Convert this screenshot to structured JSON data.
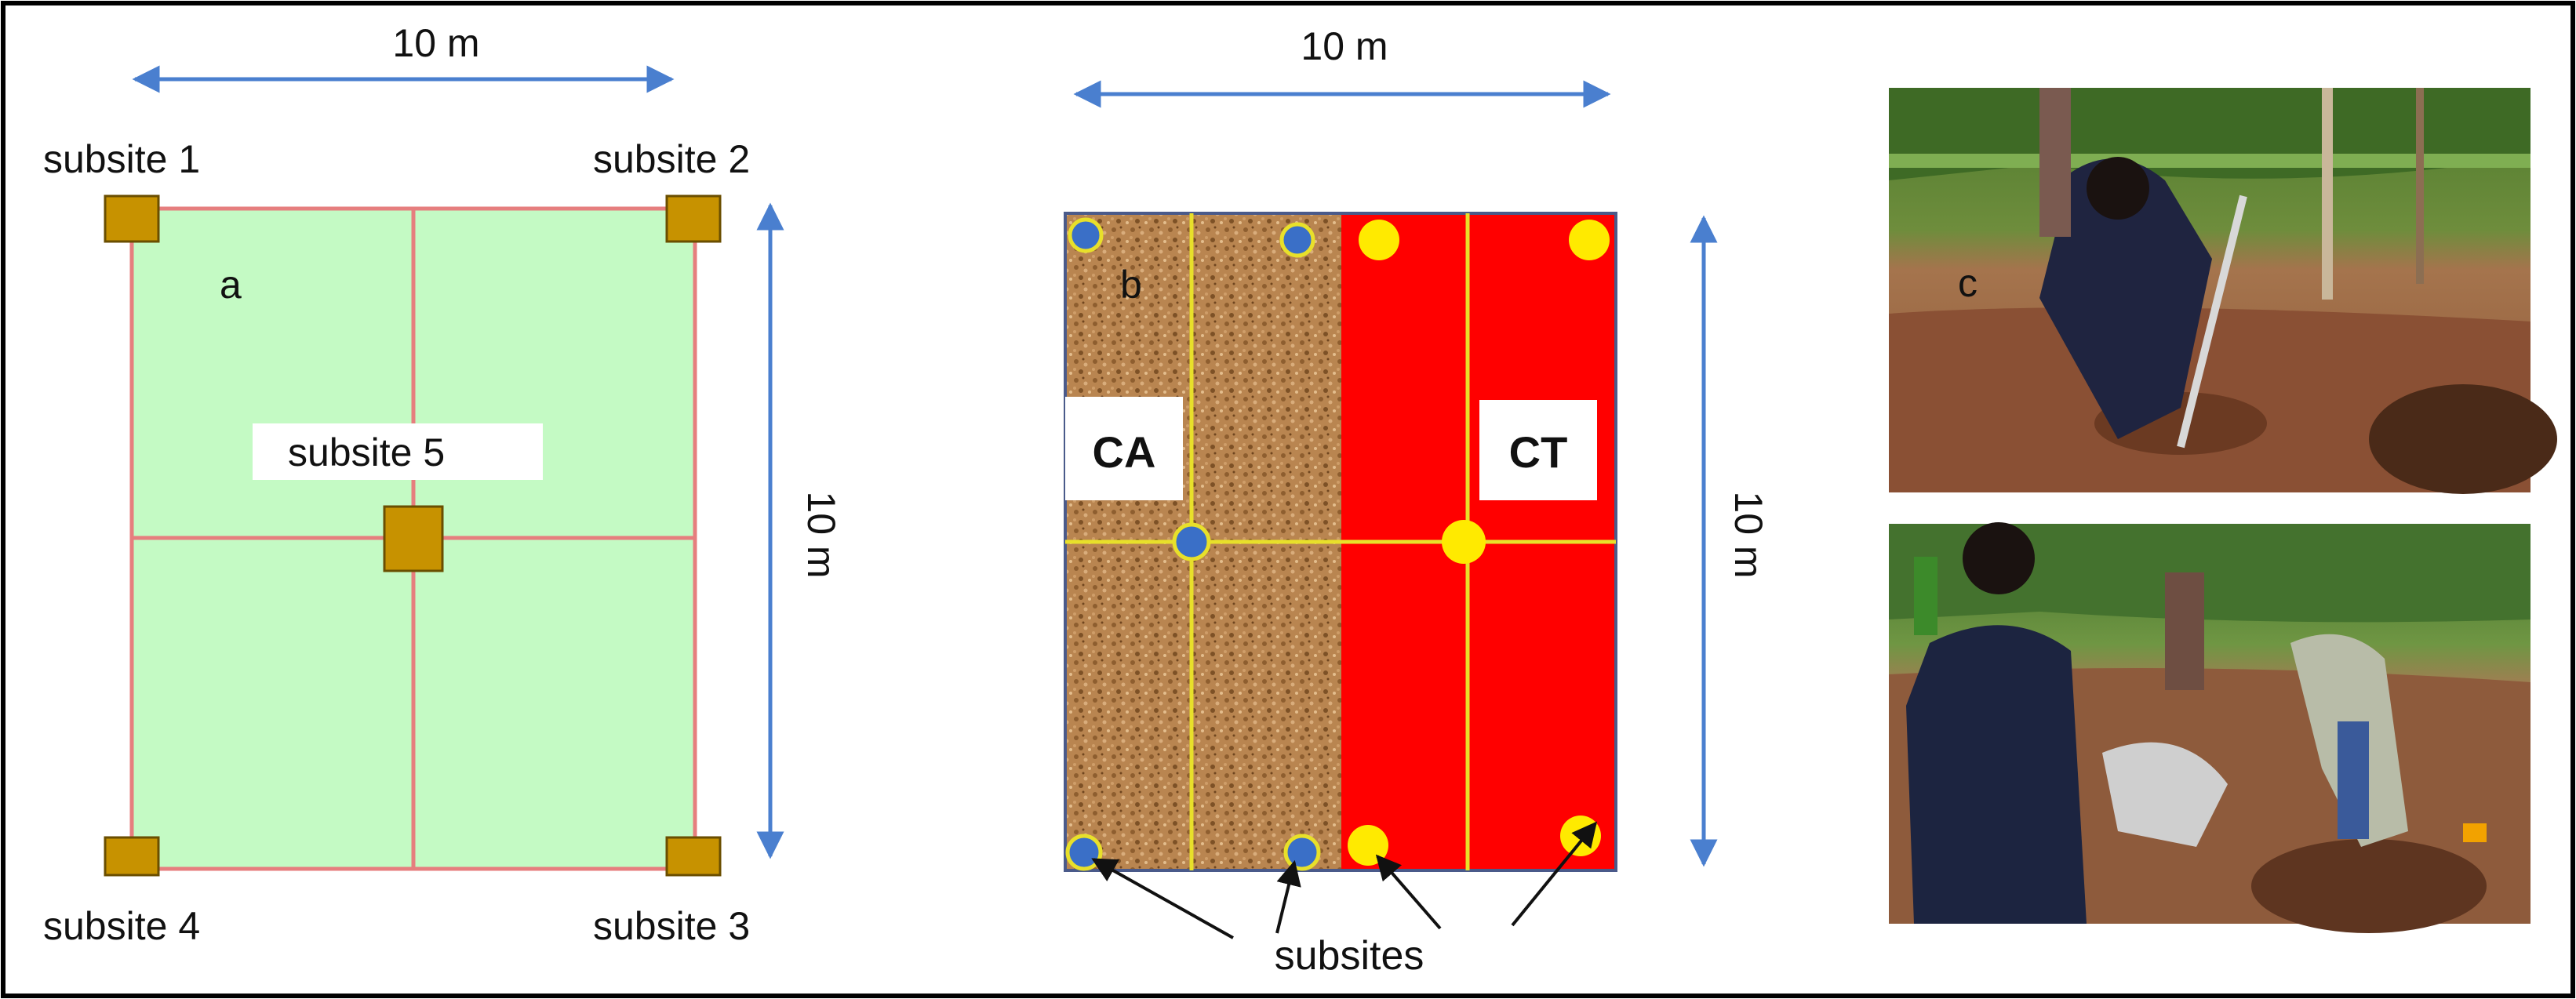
{
  "panel_a": {
    "letter": "a",
    "width_label": "10 m",
    "height_label": "10 m",
    "subsites": [
      "subsite 1",
      "subsite 2",
      "subsite 5",
      "subsite 4",
      "subsite 3"
    ],
    "fill_color": "#c4fac4",
    "line_color": "#e67e7e",
    "marker_color": "#c79200"
  },
  "panel_b": {
    "letter": "b",
    "width_label": "10 m",
    "height_label": "10 m",
    "ca_label": "CA",
    "ct_label": "CT",
    "subsites_label": "subsites",
    "ca_color": "#b98550",
    "ct_color": "#ff0000",
    "ca_marker_color": "#3a6fc7",
    "ct_marker_color": "#ffea00",
    "grid_line_color": "#e8e02a"
  },
  "panel_c": {
    "letter": "c"
  },
  "colors": {
    "arrow": "#4a7fcf",
    "frame": "#000000"
  }
}
